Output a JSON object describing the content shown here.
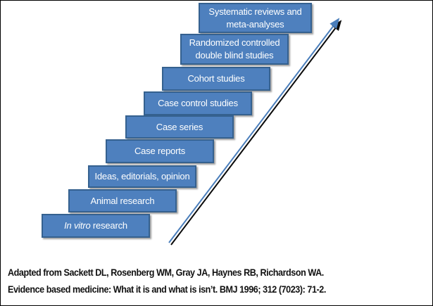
{
  "ladder": {
    "rungs": [
      {
        "label": "Systematic reviews and meta-analyses"
      },
      {
        "label": "Randomized controlled double blind studies"
      },
      {
        "label": "Cohort studies"
      },
      {
        "label": "Case control studies"
      },
      {
        "label": "Case series"
      },
      {
        "label": "Case reports"
      },
      {
        "label": "Ideas, editorials, opinion"
      },
      {
        "label": "Animal research"
      },
      {
        "label_italic": "In vitro",
        "label_rest": " research"
      }
    ]
  },
  "arrow": {
    "description": "upward diagonal arrow from bottom-left to top-right"
  },
  "citation": {
    "line1": "Adapted from Sackett DL, Rosenberg WM, Gray JA, Haynes RB, Richardson WA.",
    "line2": "Evidence based medicine: What it is and what is isn’t. BMJ 1996; 312 (7023): 71-2."
  },
  "colors": {
    "page-bg": "#ffffff",
    "page-border": "#000000",
    "box-fill": "#4e80be",
    "box-border": "#35618f",
    "box-text": "#ffffff",
    "arrow-blue": "#4a7ebb",
    "arrow-shadow": "#0a0a0a",
    "citation-color": "#111111"
  }
}
